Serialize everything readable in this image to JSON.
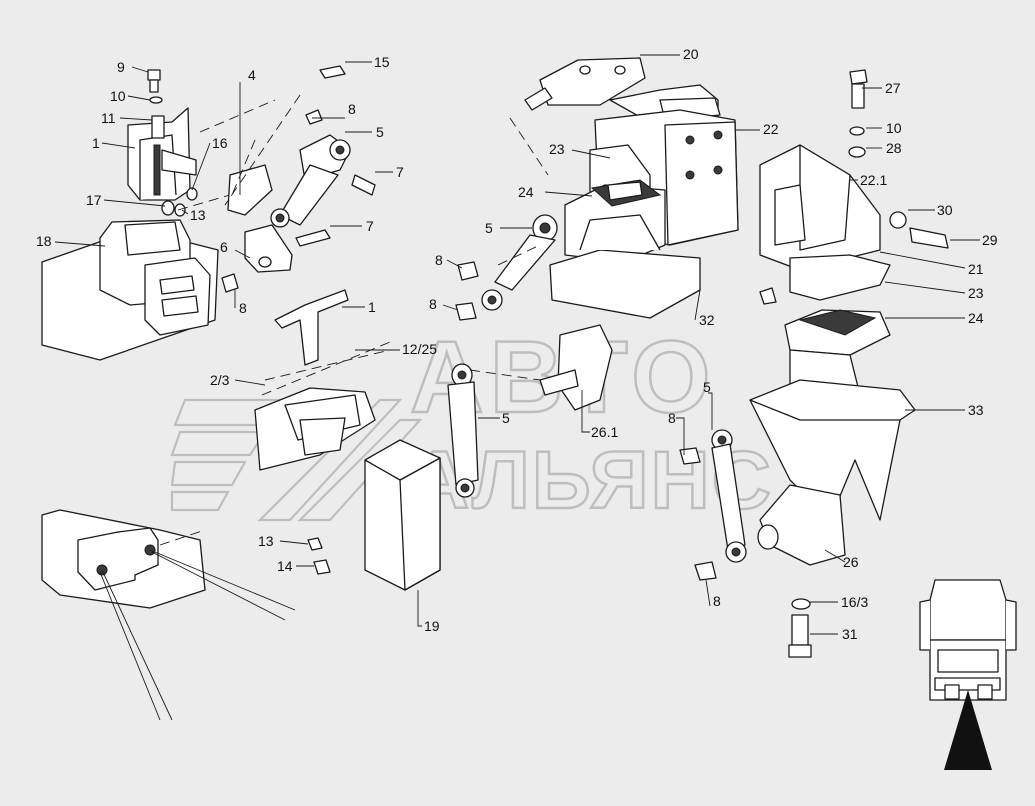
{
  "callouts": [
    {
      "id": "c-9",
      "text": "9"
    },
    {
      "id": "c-10a",
      "text": "10"
    },
    {
      "id": "c-11",
      "text": "11"
    },
    {
      "id": "c-1a",
      "text": "1"
    },
    {
      "id": "c-16",
      "text": "16"
    },
    {
      "id": "c-17",
      "text": "17"
    },
    {
      "id": "c-13a",
      "text": "13"
    },
    {
      "id": "c-18",
      "text": "18"
    },
    {
      "id": "c-4",
      "text": "4"
    },
    {
      "id": "c-15",
      "text": "15"
    },
    {
      "id": "c-8a",
      "text": "8"
    },
    {
      "id": "c-5a",
      "text": "5"
    },
    {
      "id": "c-7a",
      "text": "7"
    },
    {
      "id": "c-7b",
      "text": "7"
    },
    {
      "id": "c-6",
      "text": "6"
    },
    {
      "id": "c-8b",
      "text": "8"
    },
    {
      "id": "c-20",
      "text": "20"
    },
    {
      "id": "c-22",
      "text": "22"
    },
    {
      "id": "c-23a",
      "text": "23"
    },
    {
      "id": "c-24a",
      "text": "24"
    },
    {
      "id": "c-5b",
      "text": "5"
    },
    {
      "id": "c-8c",
      "text": "8"
    },
    {
      "id": "c-8d",
      "text": "8"
    },
    {
      "id": "c-1b",
      "text": "1"
    },
    {
      "id": "c-32",
      "text": "32"
    },
    {
      "id": "c-12-25",
      "text": "12/25"
    },
    {
      "id": "c-2-3",
      "text": "2/3"
    },
    {
      "id": "c-5c",
      "text": "5"
    },
    {
      "id": "c-26-1",
      "text": "26.1"
    },
    {
      "id": "c-13b",
      "text": "13"
    },
    {
      "id": "c-14",
      "text": "14"
    },
    {
      "id": "c-19",
      "text": "19"
    },
    {
      "id": "c-27",
      "text": "27"
    },
    {
      "id": "c-10b",
      "text": "10"
    },
    {
      "id": "c-28",
      "text": "28"
    },
    {
      "id": "c-22-1",
      "text": "22.1"
    },
    {
      "id": "c-30",
      "text": "30"
    },
    {
      "id": "c-29",
      "text": "29"
    },
    {
      "id": "c-21",
      "text": "21"
    },
    {
      "id": "c-23b",
      "text": "23"
    },
    {
      "id": "c-24b",
      "text": "24"
    },
    {
      "id": "c-5d",
      "text": "5"
    },
    {
      "id": "c-8e",
      "text": "8"
    },
    {
      "id": "c-33",
      "text": "33"
    },
    {
      "id": "c-26",
      "text": "26"
    },
    {
      "id": "c-8f",
      "text": "8"
    },
    {
      "id": "c-16-3",
      "text": "16/3"
    },
    {
      "id": "c-31",
      "text": "31"
    }
  ],
  "watermark": {
    "line1": "АВТО",
    "line2": "АЛЬЯНС",
    "color": "#9a9a9a"
  },
  "inset": {
    "icon": "truck-front-view-icon",
    "arrow": "direction-arrow-icon"
  },
  "colors": {
    "background": "#ececec",
    "part_fill": "#ffffff",
    "line": "#1a1a1a",
    "dark_pad": "#3a3a3a"
  }
}
